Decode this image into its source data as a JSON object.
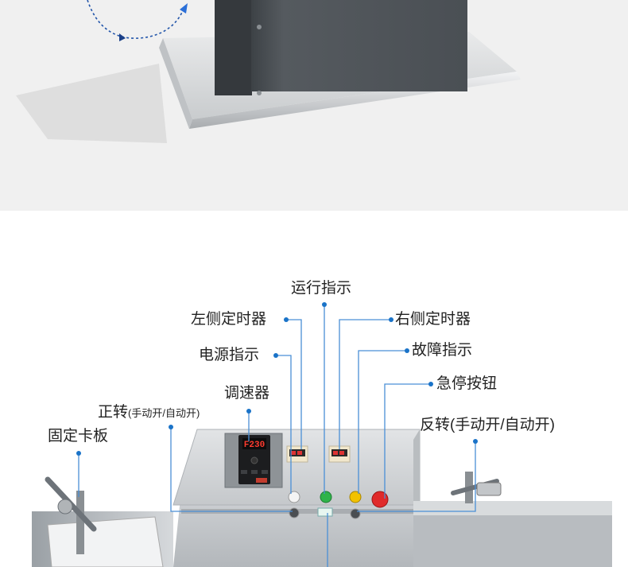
{
  "labels": {
    "running_indicator": "运行指示",
    "left_timer": "左侧定时器",
    "right_timer": "右侧定时器",
    "power_indicator": "电源指示",
    "fault_indicator": "故障指示",
    "emergency_stop": "急停按钮",
    "speed_controller": "调速器",
    "forward_main": "正转",
    "forward_sub": "(手动开/自动开)",
    "fixing_clamp": "固定卡板",
    "reverse": "反转(手动开/自动开)"
  },
  "display": {
    "speed_readout": "F230"
  },
  "colors": {
    "accent_blue": "#1a73c8",
    "callout_line": "#4a8fd6",
    "steel_light": "#d9dcdf",
    "steel_dark": "#6d7379",
    "indicator_green": "#2fb34a",
    "indicator_yellow": "#f2c200",
    "indicator_red": "#e02a2a",
    "indicator_white": "#f4f4f4"
  }
}
